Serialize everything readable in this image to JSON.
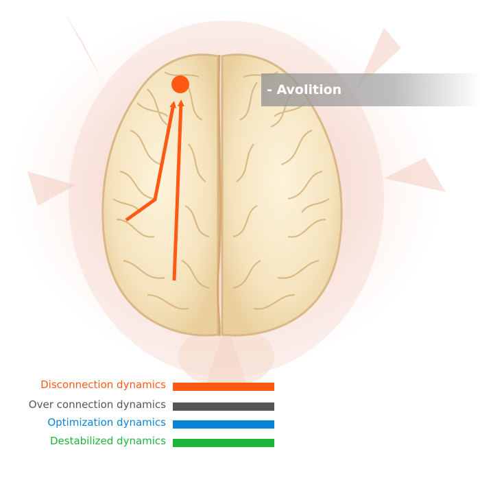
{
  "callout": {
    "label": "- Avolition"
  },
  "arrow_color": "#ff5a14",
  "legend": [
    {
      "label": "Disconnection dynamics",
      "color": "#ff5a14"
    },
    {
      "label": "Over connection dynamics",
      "color": "#555555"
    },
    {
      "label": "Optimization dynamics",
      "color": "#0a84d9"
    },
    {
      "label": "Destabilized dynamics",
      "color": "#1eb43c"
    }
  ]
}
